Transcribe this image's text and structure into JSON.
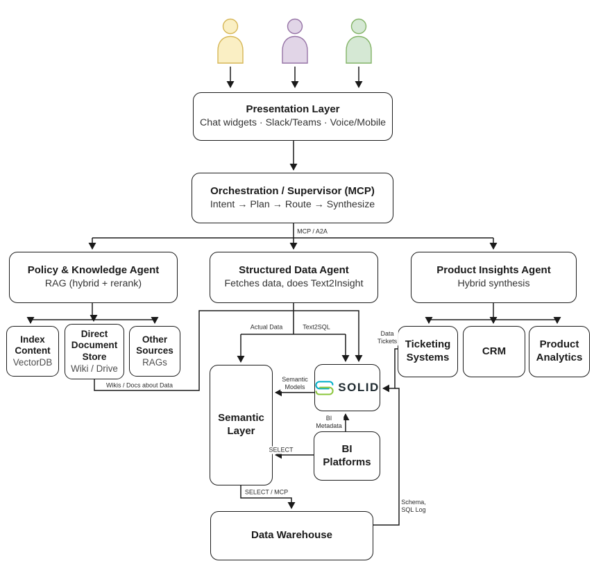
{
  "actors": [
    {
      "id": "user-1",
      "fill": "#FAEFC4",
      "stroke": "#D6B656"
    },
    {
      "id": "user-2",
      "fill": "#E1D5E7",
      "stroke": "#9673A6"
    },
    {
      "id": "user-3",
      "fill": "#D5E8D4",
      "stroke": "#82B366"
    }
  ],
  "nodes": {
    "presentation": {
      "title": "Presentation Layer",
      "subtitle": "Chat widgets · Slack/Teams · Voice/Mobile"
    },
    "orchestration": {
      "title": "Orchestration / Supervisor (MCP)",
      "subtitle": "Intent → Plan → Route → Synthesize"
    },
    "policy_agent": {
      "title": "Policy & Knowledge Agent",
      "subtitle": "RAG (hybrid + rerank)"
    },
    "structured_agent": {
      "title": "Structured Data Agent",
      "subtitle": "Fetches data, does Text2Insight"
    },
    "product_agent": {
      "title": "Product Insights Agent",
      "subtitle": "Hybrid synthesis"
    },
    "index_content": {
      "title": "Index Content",
      "subtitle": "VectorDB"
    },
    "direct_document_store": {
      "title": "Direct Document Store",
      "subtitle": "Wiki / Drive"
    },
    "other_sources": {
      "title": "Other Sources",
      "subtitle": "RAGs"
    },
    "ticketing": {
      "title": "Ticketing Systems"
    },
    "crm": {
      "title": "CRM"
    },
    "product_analytics": {
      "title": "Product Analytics"
    },
    "semantic_layer": {
      "title": "Semantic Layer"
    },
    "solid": {
      "title": "SOLID"
    },
    "bi_platforms": {
      "title": "BI Platforms"
    },
    "data_warehouse": {
      "title": "Data Warehouse"
    }
  },
  "edge_labels": {
    "mcp_a2a": "MCP / A2A",
    "actual_data": "Actual Data",
    "text2sql": "Text2SQL",
    "wikis_docs": "Wikis / Docs about Data",
    "data_tickets": "Data\nTickets",
    "semantic_models": "Semantic\nModels",
    "bi_metadata": "BI\nMetadata",
    "select": "SELECT",
    "select_mcp": "SELECT / MCP",
    "schema_sql_log": "Schema,\nSQL Log"
  },
  "solid_logo": {
    "teal": "#00AEC7",
    "green": "#8CC63E"
  }
}
